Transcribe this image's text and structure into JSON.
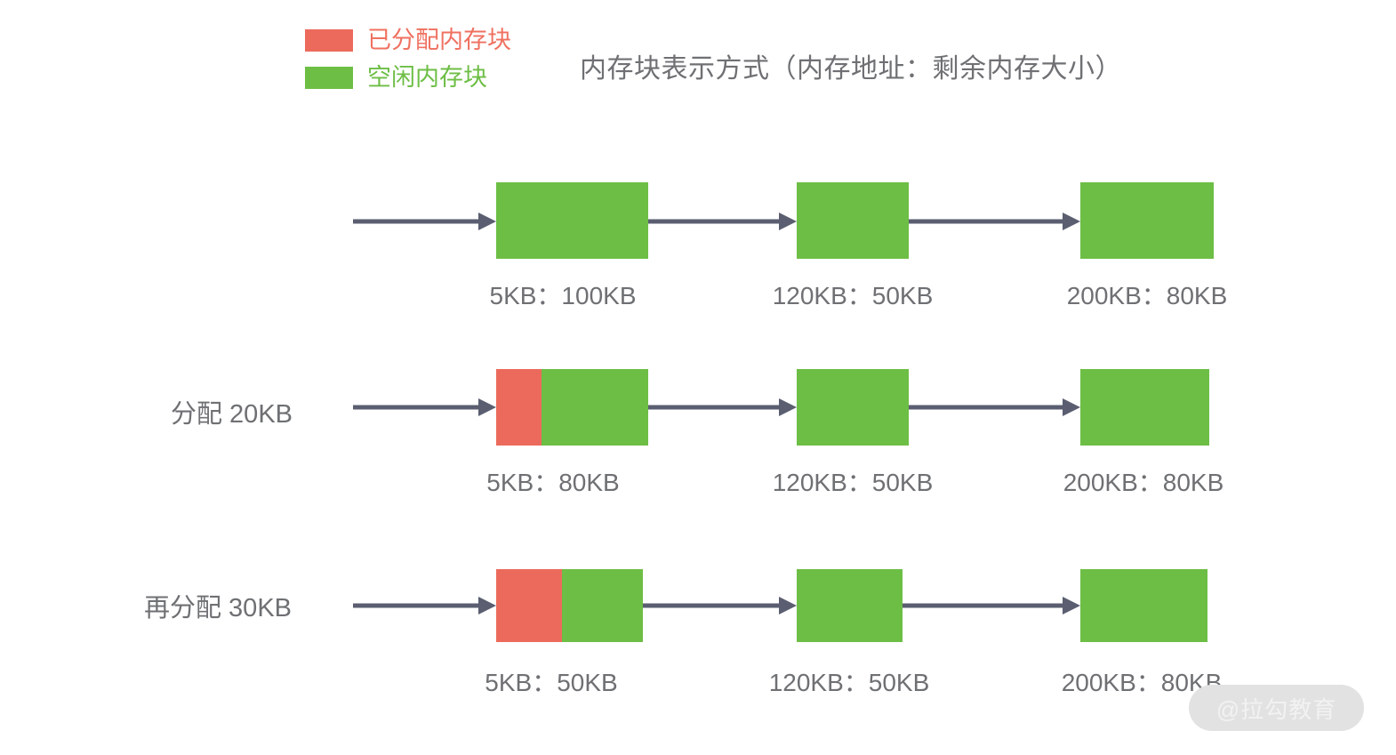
{
  "title": "内存块表示方式（内存地址：剩余内存大小）",
  "colors": {
    "allocated": "#ec6a5c",
    "free": "#6dbe45",
    "arrow": "#5a5e70",
    "text": "#6e7073",
    "background": "#ffffff",
    "watermark_pill": "#e2e2e2"
  },
  "legend": {
    "items": [
      {
        "label": "已分配内存块",
        "color": "#ec6a5c",
        "swatch": "allocated-swatch"
      },
      {
        "label": "空闲内存块",
        "color": "#6dbe45",
        "swatch": "free-swatch"
      }
    ]
  },
  "watermark": {
    "text": "@拉勾教育"
  },
  "chart_data": {
    "type": "diagram",
    "title": "内存块表示方式（内存地址：剩余内存大小）",
    "description": "Linked list of memory blocks showing allocation over three states",
    "rows": [
      {
        "label": "",
        "blocks": [
          {
            "caption": "5KB：100KB",
            "address": "5KB",
            "remaining": "100KB",
            "used_fraction": 0,
            "free_fraction": 1
          },
          {
            "caption": "120KB：50KB",
            "address": "120KB",
            "remaining": "50KB",
            "used_fraction": 0,
            "free_fraction": 1
          },
          {
            "caption": "200KB：80KB",
            "address": "200KB",
            "remaining": "80KB",
            "used_fraction": 0,
            "free_fraction": 1
          }
        ]
      },
      {
        "label": "分配 20KB",
        "blocks": [
          {
            "caption": "5KB：80KB",
            "address": "5KB",
            "remaining": "80KB",
            "used_fraction": 0.3,
            "free_fraction": 0.7
          },
          {
            "caption": "120KB：50KB",
            "address": "120KB",
            "remaining": "50KB",
            "used_fraction": 0,
            "free_fraction": 1
          },
          {
            "caption": "200KB：80KB",
            "address": "200KB",
            "remaining": "80KB",
            "used_fraction": 0,
            "free_fraction": 1
          }
        ]
      },
      {
        "label": "再分配 30KB",
        "blocks": [
          {
            "caption": "5KB：50KB",
            "address": "5KB",
            "remaining": "50KB",
            "used_fraction": 0.45,
            "free_fraction": 0.55
          },
          {
            "caption": "120KB：50KB",
            "address": "120KB",
            "remaining": "50KB",
            "used_fraction": 0,
            "free_fraction": 1
          },
          {
            "caption": "200KB：80KB",
            "address": "200KB",
            "remaining": "80KB",
            "used_fraction": 0,
            "free_fraction": 1
          }
        ]
      }
    ]
  }
}
